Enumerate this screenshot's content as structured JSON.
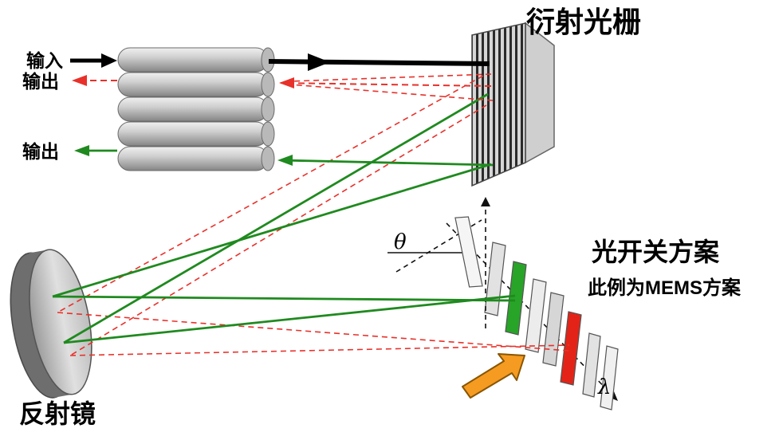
{
  "diagram": {
    "grating_label": "衍射光栅",
    "mirror_label": "反射镜",
    "switch_title": "光开关方案",
    "switch_subtitle": "此例为MEMS方案",
    "input_label": "输入",
    "output_top_label": "输出",
    "output_bottom_label": "输出",
    "theta_label": "θ",
    "lambda_label": "λ"
  },
  "colors": {
    "input_beam": "#000000",
    "output_beam_red": "#e8312a",
    "output_beam_green": "#1f8a1f",
    "mems_mirror_green": "#28a428",
    "mems_mirror_red": "#e42318",
    "pointer_arrow_orange": "#f59b22",
    "fiber_gray": "#c8c8c8",
    "grating_stripe": "#2b2b2b"
  }
}
